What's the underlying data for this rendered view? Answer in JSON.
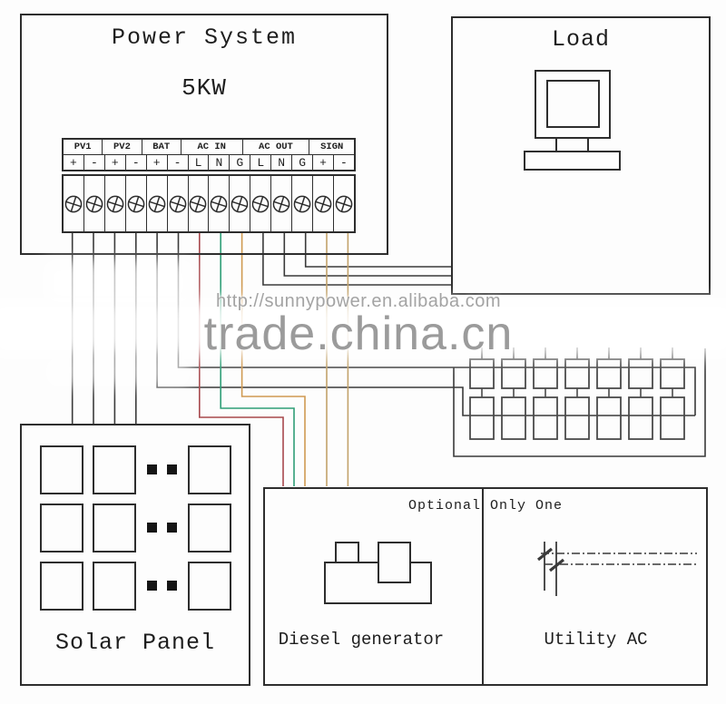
{
  "power_system": {
    "title": "Power System",
    "capacity": "5KW"
  },
  "terminal_block": {
    "groups": [
      {
        "label": "PV1",
        "span": 2
      },
      {
        "label": "PV2",
        "span": 2
      },
      {
        "label": "BAT",
        "span": 2
      },
      {
        "label": "AC IN",
        "span": 3
      },
      {
        "label": "AC OUT",
        "span": 3
      },
      {
        "label": "SIGN",
        "span": 2
      }
    ],
    "pin_labels": [
      "+",
      "-",
      "+",
      "-",
      "+",
      "-",
      "L",
      "N",
      "G",
      "L",
      "N",
      "G",
      "+",
      "-"
    ],
    "terminal_count": 14
  },
  "load": {
    "title": "Load"
  },
  "solar_panel": {
    "title": "Solar Panel"
  },
  "battery_bank": {
    "rows": 2,
    "batteries_per_row": 7
  },
  "optional": {
    "title": "Optional Only One",
    "options": [
      {
        "label": "Diesel generator"
      },
      {
        "label": "Utility AC"
      }
    ]
  },
  "watermark": {
    "url": "http://sunnypower.en.alibaba.com",
    "brand": "trade.china.cn"
  },
  "wire_colors": {
    "ac_in_l": "#a8494d",
    "ac_in_n": "#2f9e77",
    "ac_in_g": "#d09a52",
    "sign": "#c2a26a",
    "default": "#3a3a3a"
  }
}
